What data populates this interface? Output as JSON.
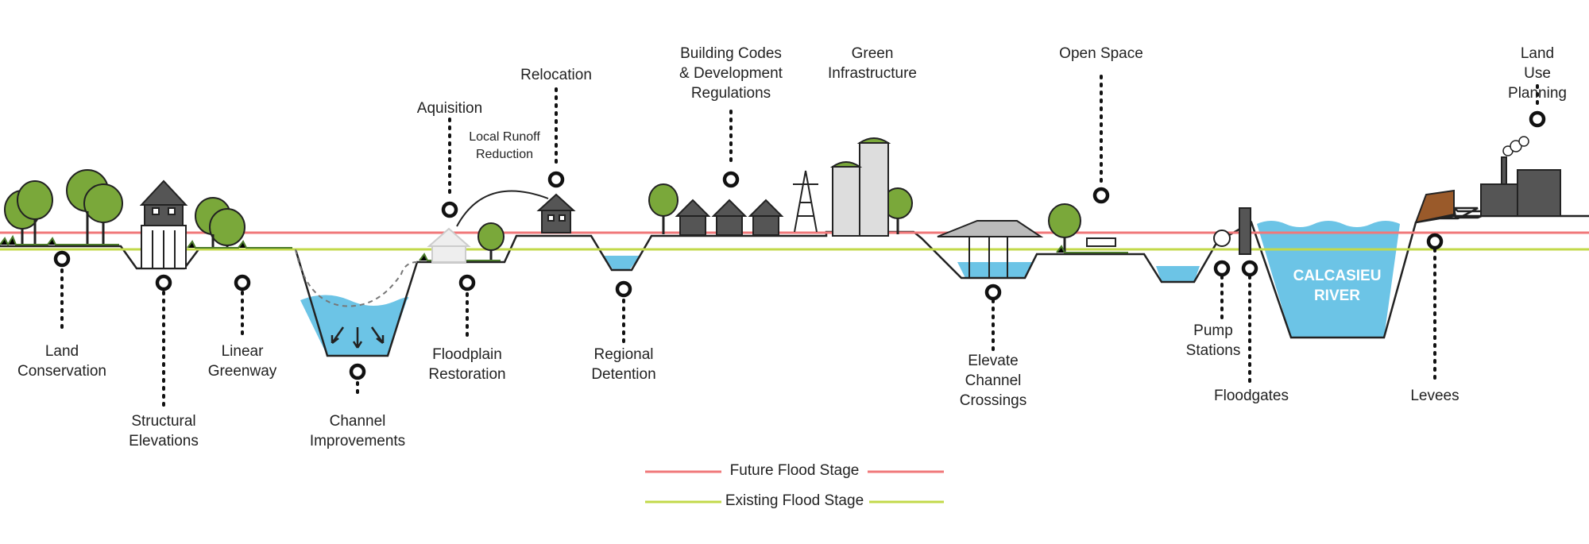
{
  "labels": {
    "land_conservation": "Land\nConservation",
    "structural_elevations": "Structural\nElevations",
    "linear_greenway": "Linear\nGreenway",
    "channel_improvements": "Channel\nImprovements",
    "aquisition": "Aquisition",
    "local_runoff_reduction": "Local Runoff\nReduction",
    "relocation": "Relocation",
    "floodplain_restoration": "Floodplain\nRestoration",
    "regional_detention": "Regional\nDetention",
    "building_codes": "Building Codes\n& Development\nRegulations",
    "green_infrastructure": "Green\nInfrastructure",
    "elevate_channel_crossings": "Elevate\nChannel\nCrossings",
    "open_space": "Open Space",
    "pump_stations": "Pump\nStations",
    "floodgates": "Floodgates",
    "river": "CALCASIEU\nRIVER",
    "levees": "Levees",
    "land_use_planning": "Land Use\nPlanning"
  },
  "legend": {
    "future": "Future Flood Stage",
    "existing": "Existing Flood Stage"
  },
  "colors": {
    "future_flood": "#f0787a",
    "existing_flood": "#c2d94a",
    "water": "#6cc4e6",
    "tree": "#7aa83a",
    "house": "#555555",
    "levee": "#9a5a2a"
  }
}
